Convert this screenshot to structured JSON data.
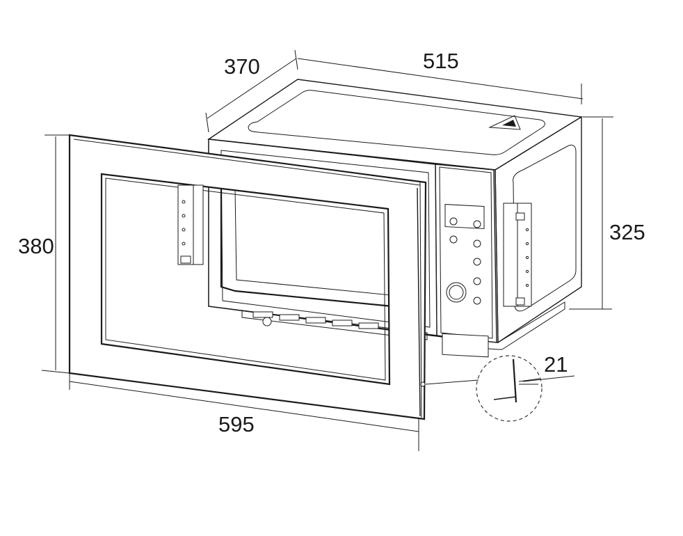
{
  "dimensions": {
    "depth": "370",
    "width": "515",
    "height": "325",
    "frame_height": "380",
    "frame_width": "595",
    "frame_thickness": "21"
  },
  "colors": {
    "line": "#1a1a1a",
    "background": "#ffffff"
  }
}
